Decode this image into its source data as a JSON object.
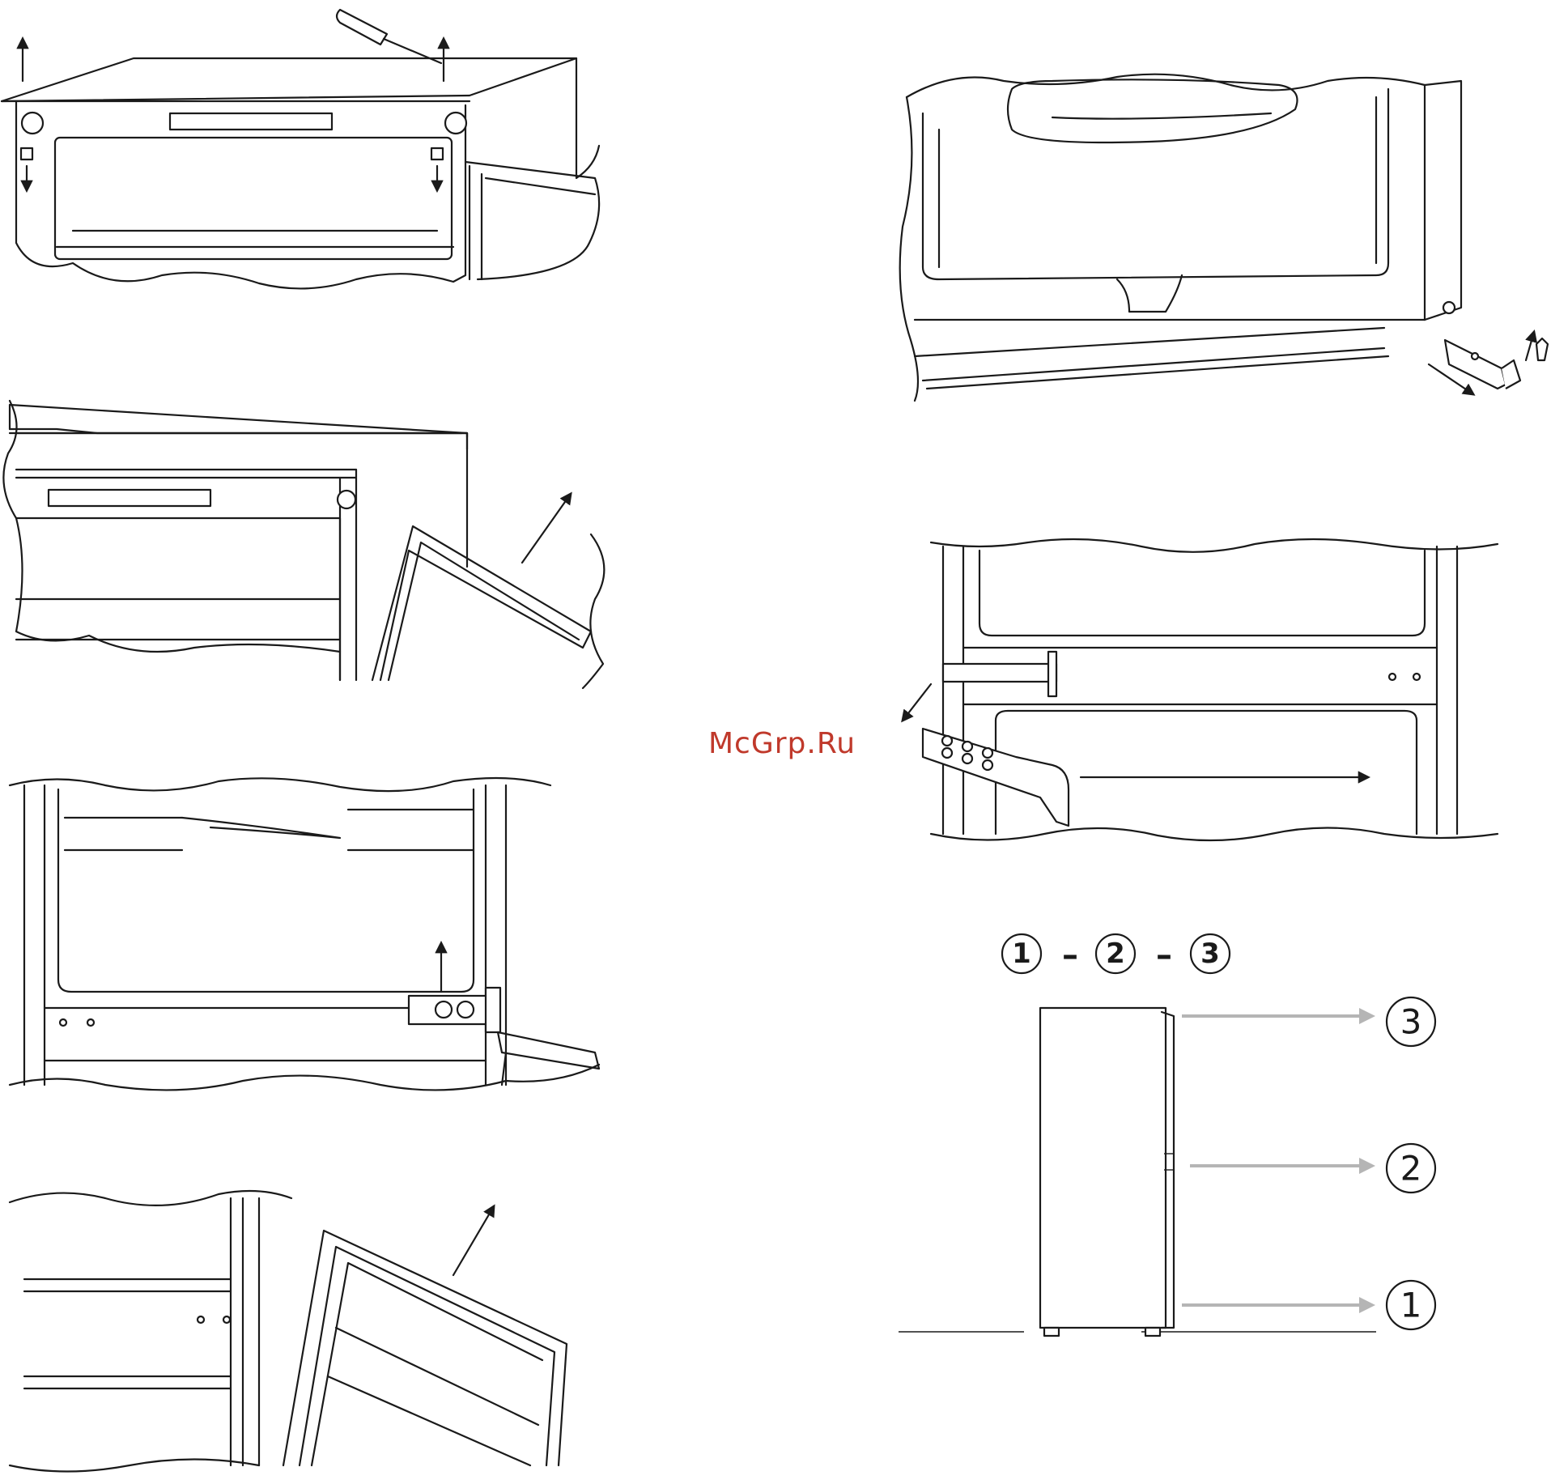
{
  "watermark": "McGrp.Ru",
  "sequence": {
    "step1": "1",
    "sep1": "–",
    "step2": "2",
    "sep2": "–",
    "step3": "3"
  },
  "levels": {
    "top": "3",
    "middle": "2",
    "bottom": "1"
  },
  "colors": {
    "line": "#1a1a1a",
    "guide_arrow": "#b5b5b5",
    "watermark": "#c0392b"
  },
  "icons": [
    "screwdriver-icon",
    "screw-icon",
    "arrow-icon",
    "hinge-bracket-icon"
  ]
}
